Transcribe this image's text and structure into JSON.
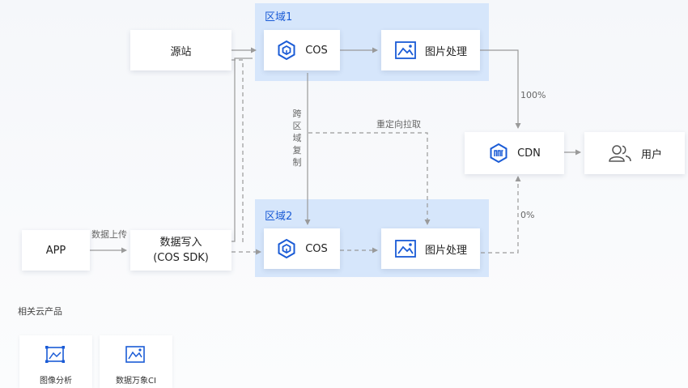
{
  "regions": {
    "r1": "区域1",
    "r2": "区域2"
  },
  "nodes": {
    "origin": "源站",
    "cos1": "COS",
    "img1": "图片处理",
    "cdn": "CDN",
    "user": "用户",
    "app": "APP",
    "write_line1": "数据写入",
    "write_line2": "(COS SDK)",
    "cos2": "COS",
    "img2": "图片处理"
  },
  "edge_labels": {
    "pct_top": "100%",
    "pct_bottom": "0%",
    "redirect": "重定向拉取",
    "replicate": [
      "跨",
      "区",
      "域",
      "复",
      "制"
    ],
    "upload": "数据上传"
  },
  "related": {
    "title": "相关云产品",
    "items": [
      {
        "label": "图像分析",
        "icon": "image-analysis-icon"
      },
      {
        "label": "数据万象CI",
        "icon": "data-ci-icon"
      }
    ]
  },
  "colors": {
    "accent": "#1a5bd6",
    "region_bg": "#d6e6fb",
    "line": "#9a9a9a"
  }
}
